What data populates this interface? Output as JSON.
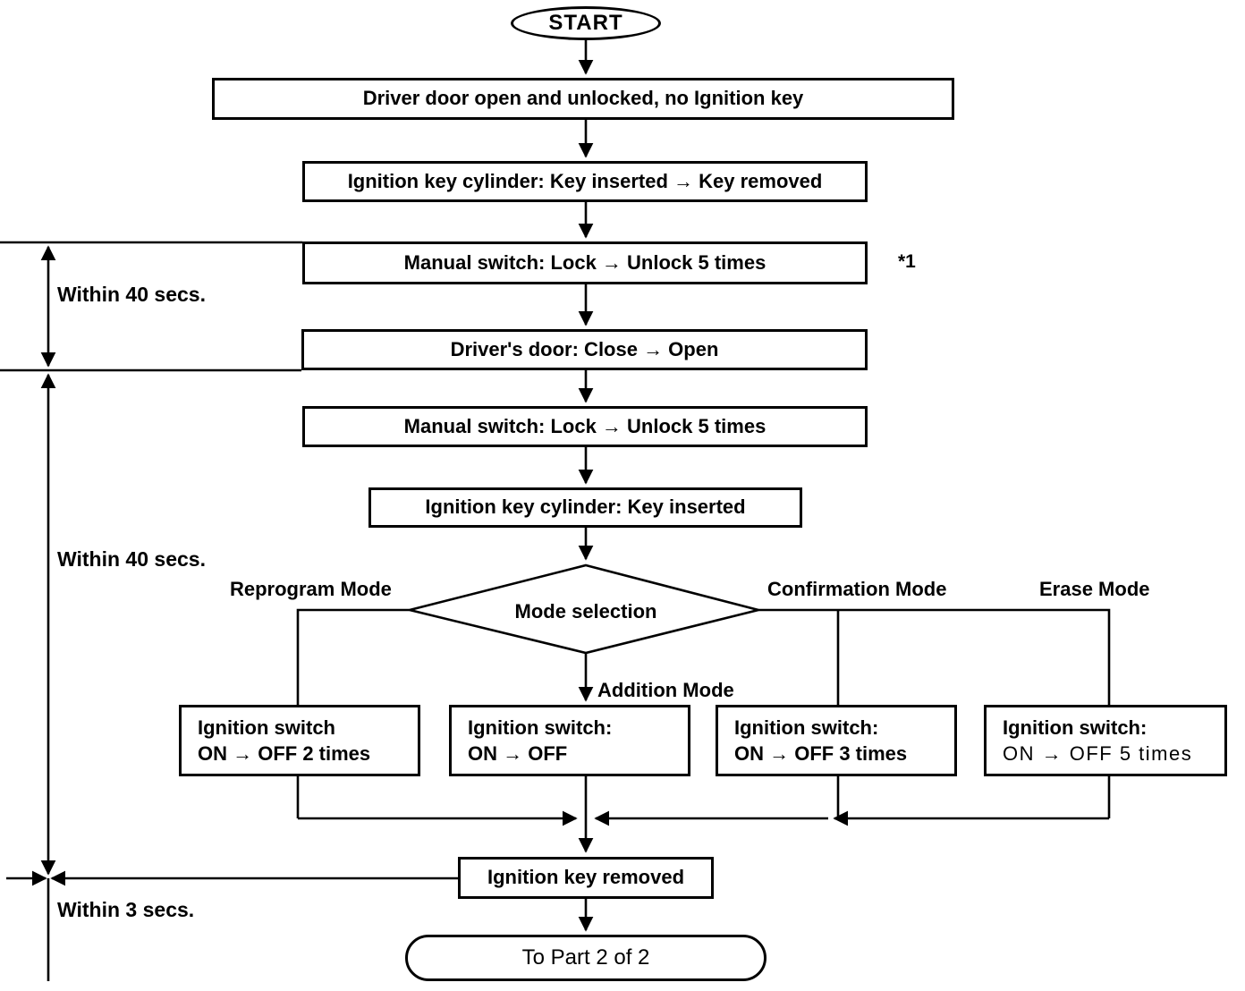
{
  "flowchart": {
    "start_label": "START",
    "steps": {
      "step1": "Driver door open and unlocked, no Ignition key",
      "step2": "Ignition key cylinder: Key inserted → Key removed",
      "step3": "Manual switch: Lock → Unlock 5 times",
      "step3_footnote": "*1",
      "step4": "Driver's door: Close → Open",
      "step5": "Manual switch: Lock → Unlock 5 times",
      "step6": "Ignition key cylinder: Key inserted"
    },
    "decision_label": "Mode selection",
    "branches": {
      "reprogram": {
        "label": "Reprogram Mode",
        "line1": "Ignition switch",
        "line2": "ON → OFF 2 times"
      },
      "addition": {
        "label": "Addition Mode",
        "line1": "Ignition switch:",
        "line2": "ON → OFF"
      },
      "confirmation": {
        "label": "Confirmation Mode",
        "line1": "Ignition switch:",
        "line2": "ON → OFF 3 times"
      },
      "erase": {
        "label": "Erase Mode",
        "line1": "Ignition switch:",
        "line2": "ON → OFF 5 times"
      }
    },
    "merge_step": "Ignition key removed",
    "end_label": "To Part 2 of 2",
    "annotations": {
      "timing_top": "Within 40 secs.",
      "timing_mid": "Within 40 secs.",
      "timing_bottom": "Within 3 secs."
    },
    "line_color": "#000000",
    "background_color": "#ffffff"
  }
}
